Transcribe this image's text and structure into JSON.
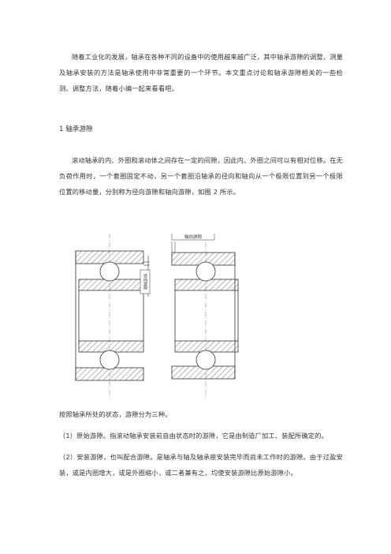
{
  "intro": "随着工业化的发展，轴承在各种不同的设备中的使用越来越广泛，其中轴承游隙的调整、测量及轴承安装的方法是轴承使用中非常重要的一个环节。本文重点讨论和轴承游隙相关的一些检测、调整方法，随着小编一起来看看吧。",
  "section_heading": "1 轴承游隙",
  "definition": "滚动轴承的内、外圈和滚动体之间存在一定的间隙，因此内、外圈之间可以有相对位移。在无负荷作用时，一个套圈固定不动，另一个套圈沿轴承的径向和轴向从一个极限位置到另一个极限位置的移动量，分别称为径向游隙和轴向游隙，如图 2 所示。",
  "figure": {
    "label_radial": "径向游隙",
    "label_axial": "轴向游隙"
  },
  "classification": "按照轴承所处的状态，游隙分为三种。",
  "item1": "（1）原始游隙。指滚动轴承安装前自由状态时的游隙，它是由制造厂加工、装配所确定的。",
  "item2": "（2）安装游隙，也叫配合游隙。是轴承与轴及轴承座安装完毕而尚未工作时的游隙。由于过盈安装，或是内圈增大，或是外圈缩小，或二者兼有之，均使安装游隙比原始游隙小。"
}
